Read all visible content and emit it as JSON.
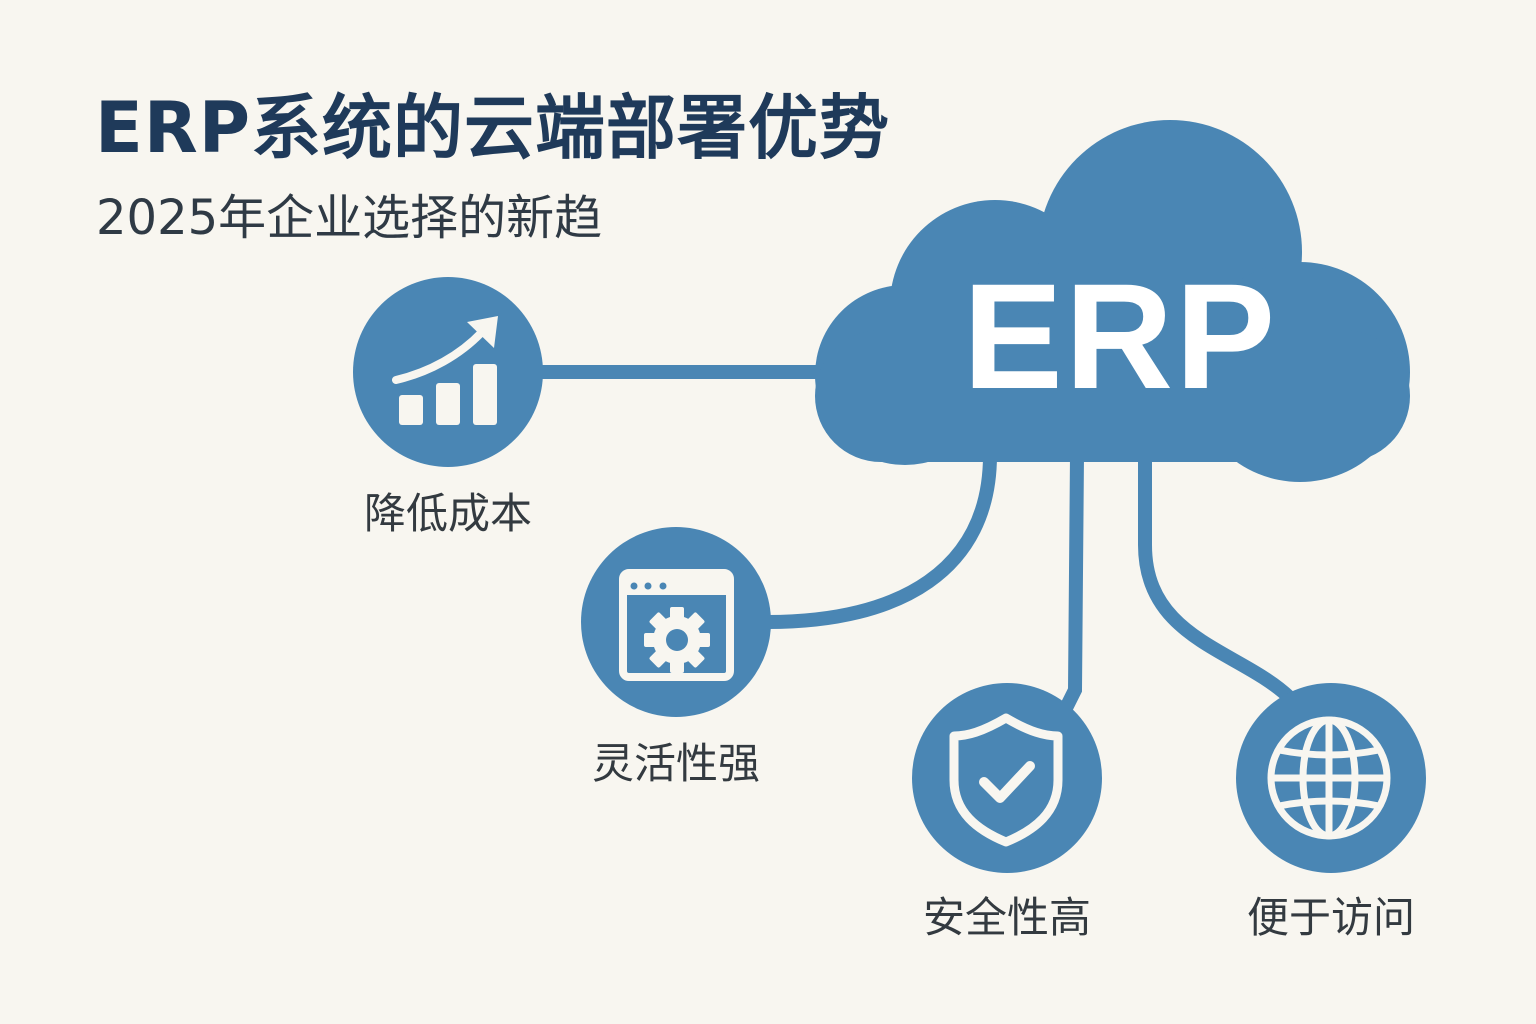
{
  "header": {
    "title": "ERP系统的云端部署优势",
    "subtitle": "2025年企业选择的新趋"
  },
  "cloud": {
    "label": "ERP",
    "icon": "cloud-icon"
  },
  "benefits": [
    {
      "label": "降低成本",
      "icon": "growth-chart-icon"
    },
    {
      "label": "灵活性强",
      "icon": "settings-window-icon"
    },
    {
      "label": "安全性高",
      "icon": "shield-check-icon"
    },
    {
      "label": "便于访问",
      "icon": "globe-icon"
    }
  ],
  "colors": {
    "background": "#f8f6f0",
    "accent": "#4a86b4",
    "title": "#1f3a5a",
    "text": "#333a40"
  }
}
